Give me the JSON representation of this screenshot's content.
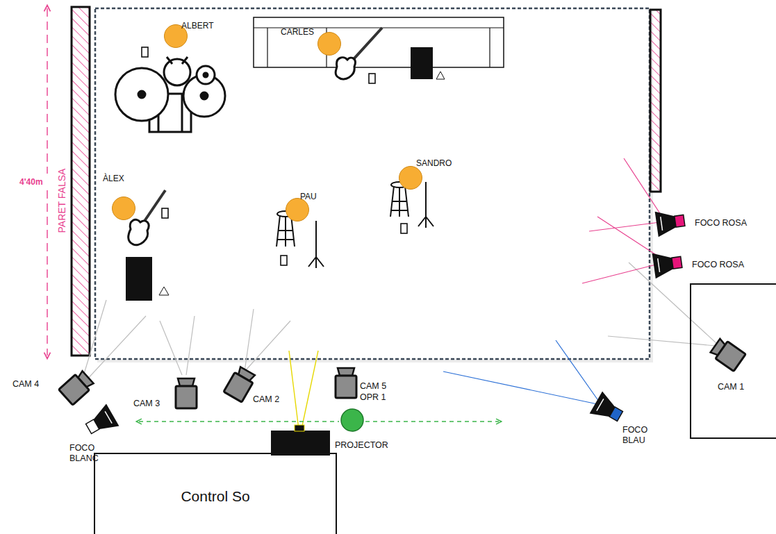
{
  "diagram": {
    "nodes": [
      {
        "text": [
          "ALBERT"
        ]
      },
      {
        "text": [
          "CARLES"
        ]
      },
      {
        "text": [
          "SANDRO"
        ]
      },
      {
        "text": [
          "ÀLEX"
        ]
      },
      {
        "text": [
          "PAU"
        ]
      },
      {
        "text": [
          "CAM 1"
        ]
      },
      {
        "text": [
          "Control So"
        ]
      }
    ],
    "labels": [
      "PARET FALSA",
      "4'40m",
      "FOCO ROSA",
      "FOCO ROSA",
      "CAM 4",
      "CAM 3",
      "CAM 2",
      "CAM 5",
      "OPR 1",
      "FOCO BLANC",
      "PROJECTOR",
      "FOCO BLAU"
    ]
  }
}
